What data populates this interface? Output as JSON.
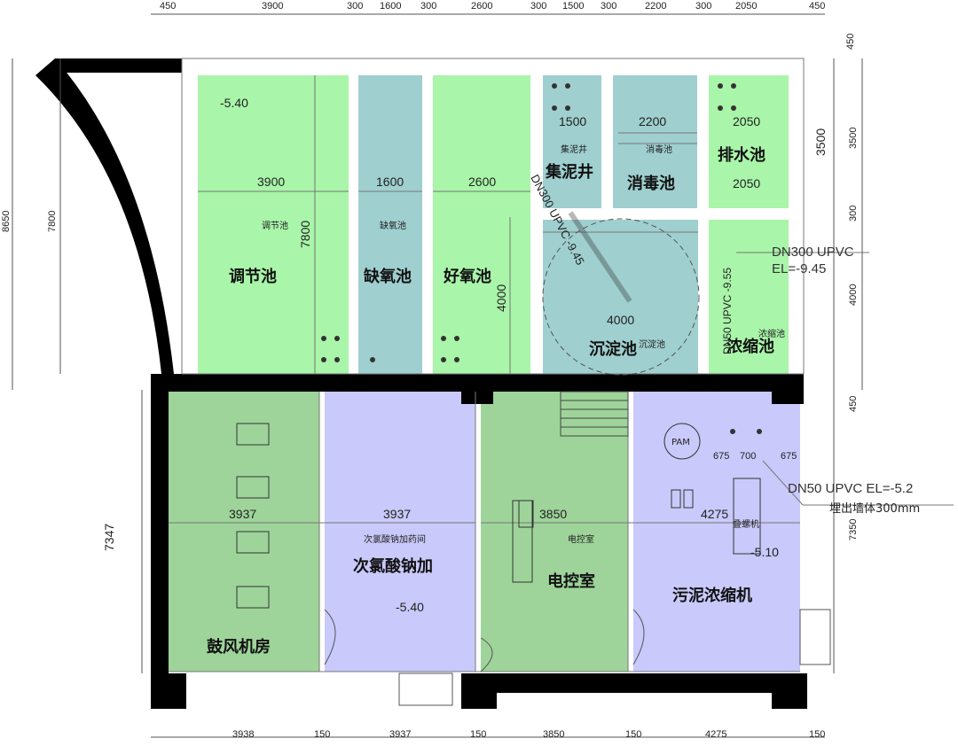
{
  "top_dims": [
    "450",
    "3900",
    "300",
    "1600",
    "300",
    "2600",
    "300",
    "1500",
    "300",
    "2200",
    "300",
    "2050",
    "450"
  ],
  "bottom_dims": [
    "3938",
    "150",
    "3937",
    "150",
    "3850",
    "150",
    "4275",
    "150"
  ],
  "left_dims": [
    "8650",
    "7800",
    "7347"
  ],
  "right_dims": [
    "450",
    "3500",
    "3500",
    "300",
    "4000",
    "450",
    "7350"
  ],
  "rooms": {
    "regulation": {
      "name": "调节池",
      "small": "调节池",
      "width": "3900",
      "height": "7800",
      "level": "-5.40"
    },
    "anoxic": {
      "name": "缺氧池",
      "small": "缺氧池",
      "width": "1600"
    },
    "aerobic": {
      "name": "好氧池",
      "width": "2600",
      "height": "4000"
    },
    "sludge_well": {
      "name": "集泥井",
      "small": "集泥井",
      "width": "1500"
    },
    "disinfection": {
      "name": "消毒池",
      "small": "消毒池",
      "width": "2200"
    },
    "drain": {
      "name": "排水池",
      "width_top": "2050",
      "width_bottom": "2050"
    },
    "sedimentation": {
      "name": "沉淀池",
      "small": "沉淀池",
      "width": "4000"
    },
    "thickener": {
      "name": "浓缩池",
      "small": "浓缩池"
    },
    "blower": {
      "name": "鼓风机房",
      "width": "3937"
    },
    "naclo": {
      "name": "次氯酸钠加",
      "small": "次氯酸钠加药间",
      "width": "3937",
      "level": "-5.40"
    },
    "control": {
      "name": "电控室",
      "small": "电控室",
      "width": "3850"
    },
    "sludge_thick": {
      "name": "污泥浓缩机",
      "width": "4275",
      "small": "叠螺机",
      "level": "-5.10",
      "pam": "PAM",
      "d1": "675",
      "d2": "700",
      "d3": "675"
    }
  },
  "annotations": {
    "dn300_diag": "DN300 UPVC -9.45",
    "dn300_right_1": "DN300 UPVC",
    "dn300_right_2": "EL=-9.45",
    "dn50_vert": "DN50 UPVC -9.55",
    "dn50_bottom": "DN50 UPVC EL=-5.2",
    "wall_note": "埋出墙体300mm"
  },
  "colors": {
    "light_green": "#a9f5a9",
    "teal": "#9fcfcf",
    "dark_green": "#9ed49a",
    "lavender": "#c9c9fb",
    "wall": "#000000"
  }
}
